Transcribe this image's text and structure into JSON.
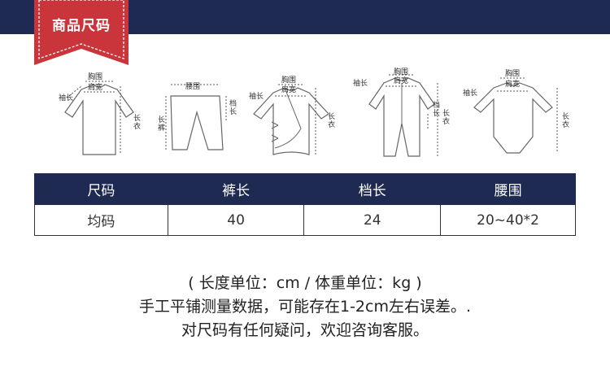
{
  "header": {
    "badge_title": "商品尺码",
    "bar_color": "#1e2a52",
    "badge_color": "#c9353a"
  },
  "figures": [
    {
      "name": "top",
      "labels": [
        "胸围",
        "肩宽",
        "袖长",
        "长衣"
      ]
    },
    {
      "name": "pants",
      "labels": [
        "腰围",
        "长裤",
        "档长"
      ]
    },
    {
      "name": "kimono",
      "labels": [
        "胸围",
        "肩宽",
        "袖长",
        "长衣"
      ]
    },
    {
      "name": "romper",
      "labels": [
        "胸围",
        "肩宽",
        "袖长",
        "档长",
        "长衣"
      ]
    },
    {
      "name": "bodysuit",
      "labels": [
        "胸围",
        "肩宽",
        "袖长",
        "长衣"
      ]
    }
  ],
  "size_table": {
    "headers": [
      "尺码",
      "裤长",
      "档长",
      "腰围"
    ],
    "rows": [
      [
        "均码",
        "40",
        "24",
        "20~40*2"
      ]
    ]
  },
  "notes": [
    "( 长度单位：cm / 体重单位：kg )",
    "手工平铺测量数据，可能存在1-2cm左右误差。.",
    "对尺码有任何疑问，欢迎咨询客服。"
  ]
}
